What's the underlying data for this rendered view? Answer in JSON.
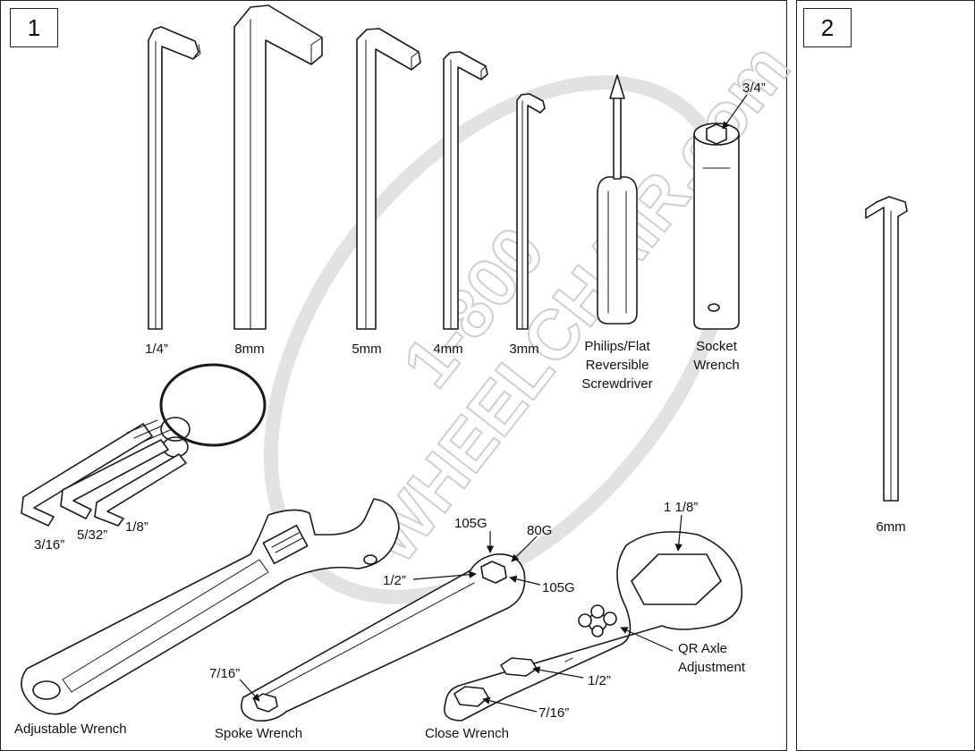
{
  "panels": [
    {
      "number": "1"
    },
    {
      "number": "2"
    }
  ],
  "watermark": {
    "line1": "1-800",
    "line2": "WHEELCHAIR.com"
  },
  "labels": {
    "hex_quarter": "1/4”",
    "hex_8mm": "8mm",
    "hex_5mm": "5mm",
    "hex_4mm": "4mm",
    "hex_3mm": "3mm",
    "screwdriver": [
      "Philips/Flat",
      "Reversible",
      "Screwdriver"
    ],
    "socket_size": "3/4”",
    "socket_wrench": [
      "Socket",
      "Wrench"
    ],
    "ring_3_16": "3/16”",
    "ring_5_32": "5/32”",
    "ring_1_8": "1/8”",
    "adjustable_wrench": "Adjustable Wrench",
    "spoke_7_16": "7/16”",
    "spoke_105g_top": "105G",
    "spoke_80g": "80G",
    "spoke_1_2": "1/2”",
    "spoke_105g_right": "105G",
    "spoke_wrench": "Spoke Wrench",
    "close_1_1_8": "1 1/8”",
    "qr_axle": [
      "QR Axle",
      "Adjustment"
    ],
    "close_1_2": "1/2”",
    "close_7_16": "7/16”",
    "close_wrench": "Close Wrench",
    "hex_6mm": "6mm"
  }
}
